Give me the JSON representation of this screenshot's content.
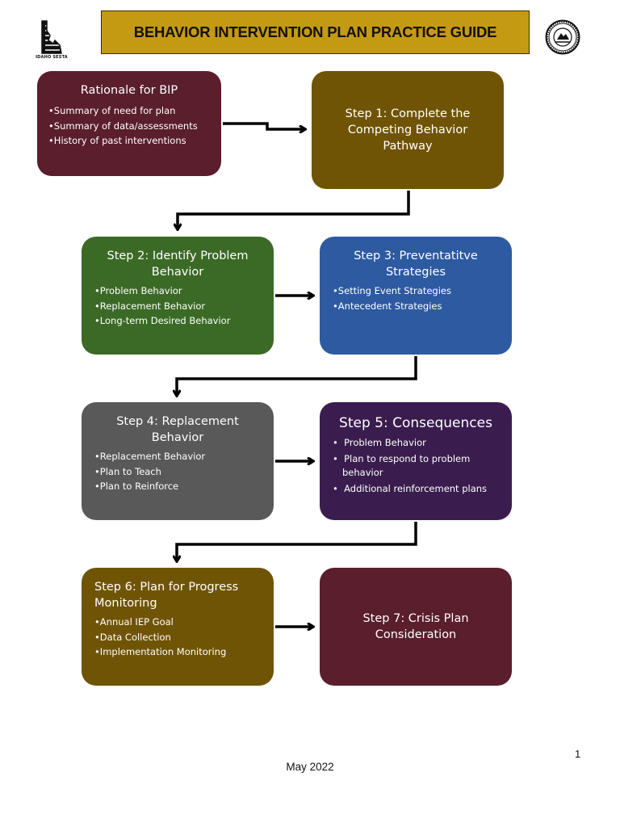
{
  "header": {
    "title": "BEHAVIOR INTERVENTION PLAN PRACTICE GUIDE",
    "left_logo": {
      "icon": "idaho-state-icon",
      "text": "IDAHO SESTA"
    },
    "right_logo": {
      "icon": "state-seal-icon"
    },
    "colors": {
      "title_bg": "#C59A13"
    }
  },
  "boxes": {
    "rationale": {
      "title": "Rationale for BIP",
      "items": [
        "Summary of need for plan",
        "Summary of data/assessments",
        "History of past interventions"
      ],
      "color": "#5a1e2d"
    },
    "step1": {
      "title": "Step 1: Complete the Competing Behavior Pathway",
      "color": "#705405"
    },
    "step2": {
      "title": "Step 2: Identify Problem Behavior",
      "items": [
        "Problem Behavior",
        "Replacement Behavior",
        "Long-term Desired Behavior"
      ],
      "color": "#3b6a26"
    },
    "step3": {
      "title": "Step 3: Preventatitve Strategies",
      "items": [
        "Setting Event Strategies",
        "Antecedent Strategies"
      ],
      "color": "#2d5aa0"
    },
    "step4": {
      "title": "Step 4: Replacement Behavior",
      "items": [
        "Replacement Behavior",
        "Plan to Teach",
        "Plan to Reinforce"
      ],
      "color": "#595959"
    },
    "step5": {
      "title": "Step 5: Consequences",
      "items": [
        "Problem Behavior",
        "Plan to respond to problem behavior",
        "Additional reinforcement plans"
      ],
      "color": "#3a1d4e"
    },
    "step6": {
      "title": "Step 6: Plan for Progress Monitoring",
      "items": [
        "Annual IEP Goal",
        "Data Collection",
        "Implementation Monitoring"
      ],
      "color": "#705405"
    },
    "step7": {
      "title": "Step 7: Crisis Plan Consideration",
      "color": "#5a1e2d"
    }
  },
  "footer": {
    "page_number": "1",
    "date": "May 2022"
  }
}
